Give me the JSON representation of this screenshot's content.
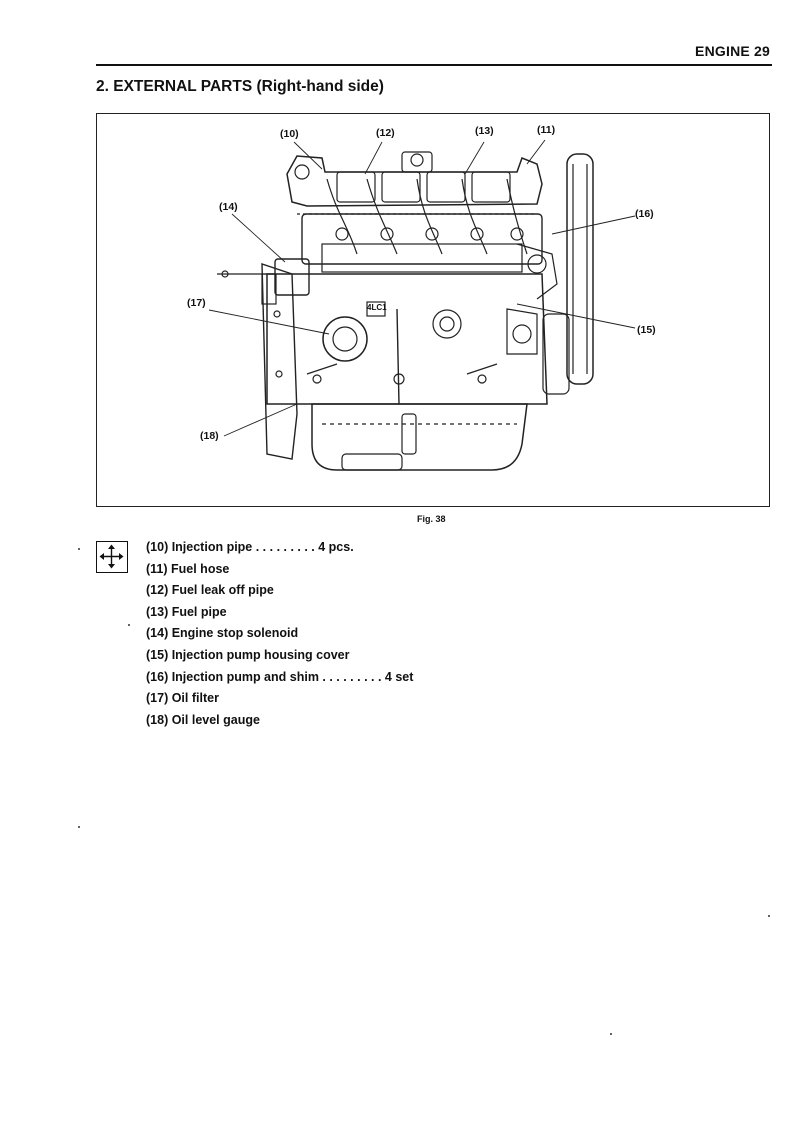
{
  "header": {
    "text": "ENGINE  29"
  },
  "section_title": "2. EXTERNAL PARTS (Right-hand side)",
  "figure": {
    "caption": "Fig. 38",
    "plate_label": "4LC1",
    "callouts": [
      "(10)",
      "(12)",
      "(13)",
      "(11)",
      "(14)",
      "(16)",
      "(17)",
      "(15)",
      "(18)"
    ]
  },
  "legend_icon": "four-way-arrows-icon",
  "legend": [
    "(10) Injection pipe . . . . . . . . . 4 pcs.",
    "(11) Fuel hose",
    "(12) Fuel leak off pipe",
    "(13) Fuel pipe",
    "(14) Engine stop solenoid",
    "(15) Injection pump housing cover",
    "(16) Injection pump and shim . . . . . . . . . 4 set",
    "(17) Oil filter",
    "(18) Oil level gauge"
  ]
}
